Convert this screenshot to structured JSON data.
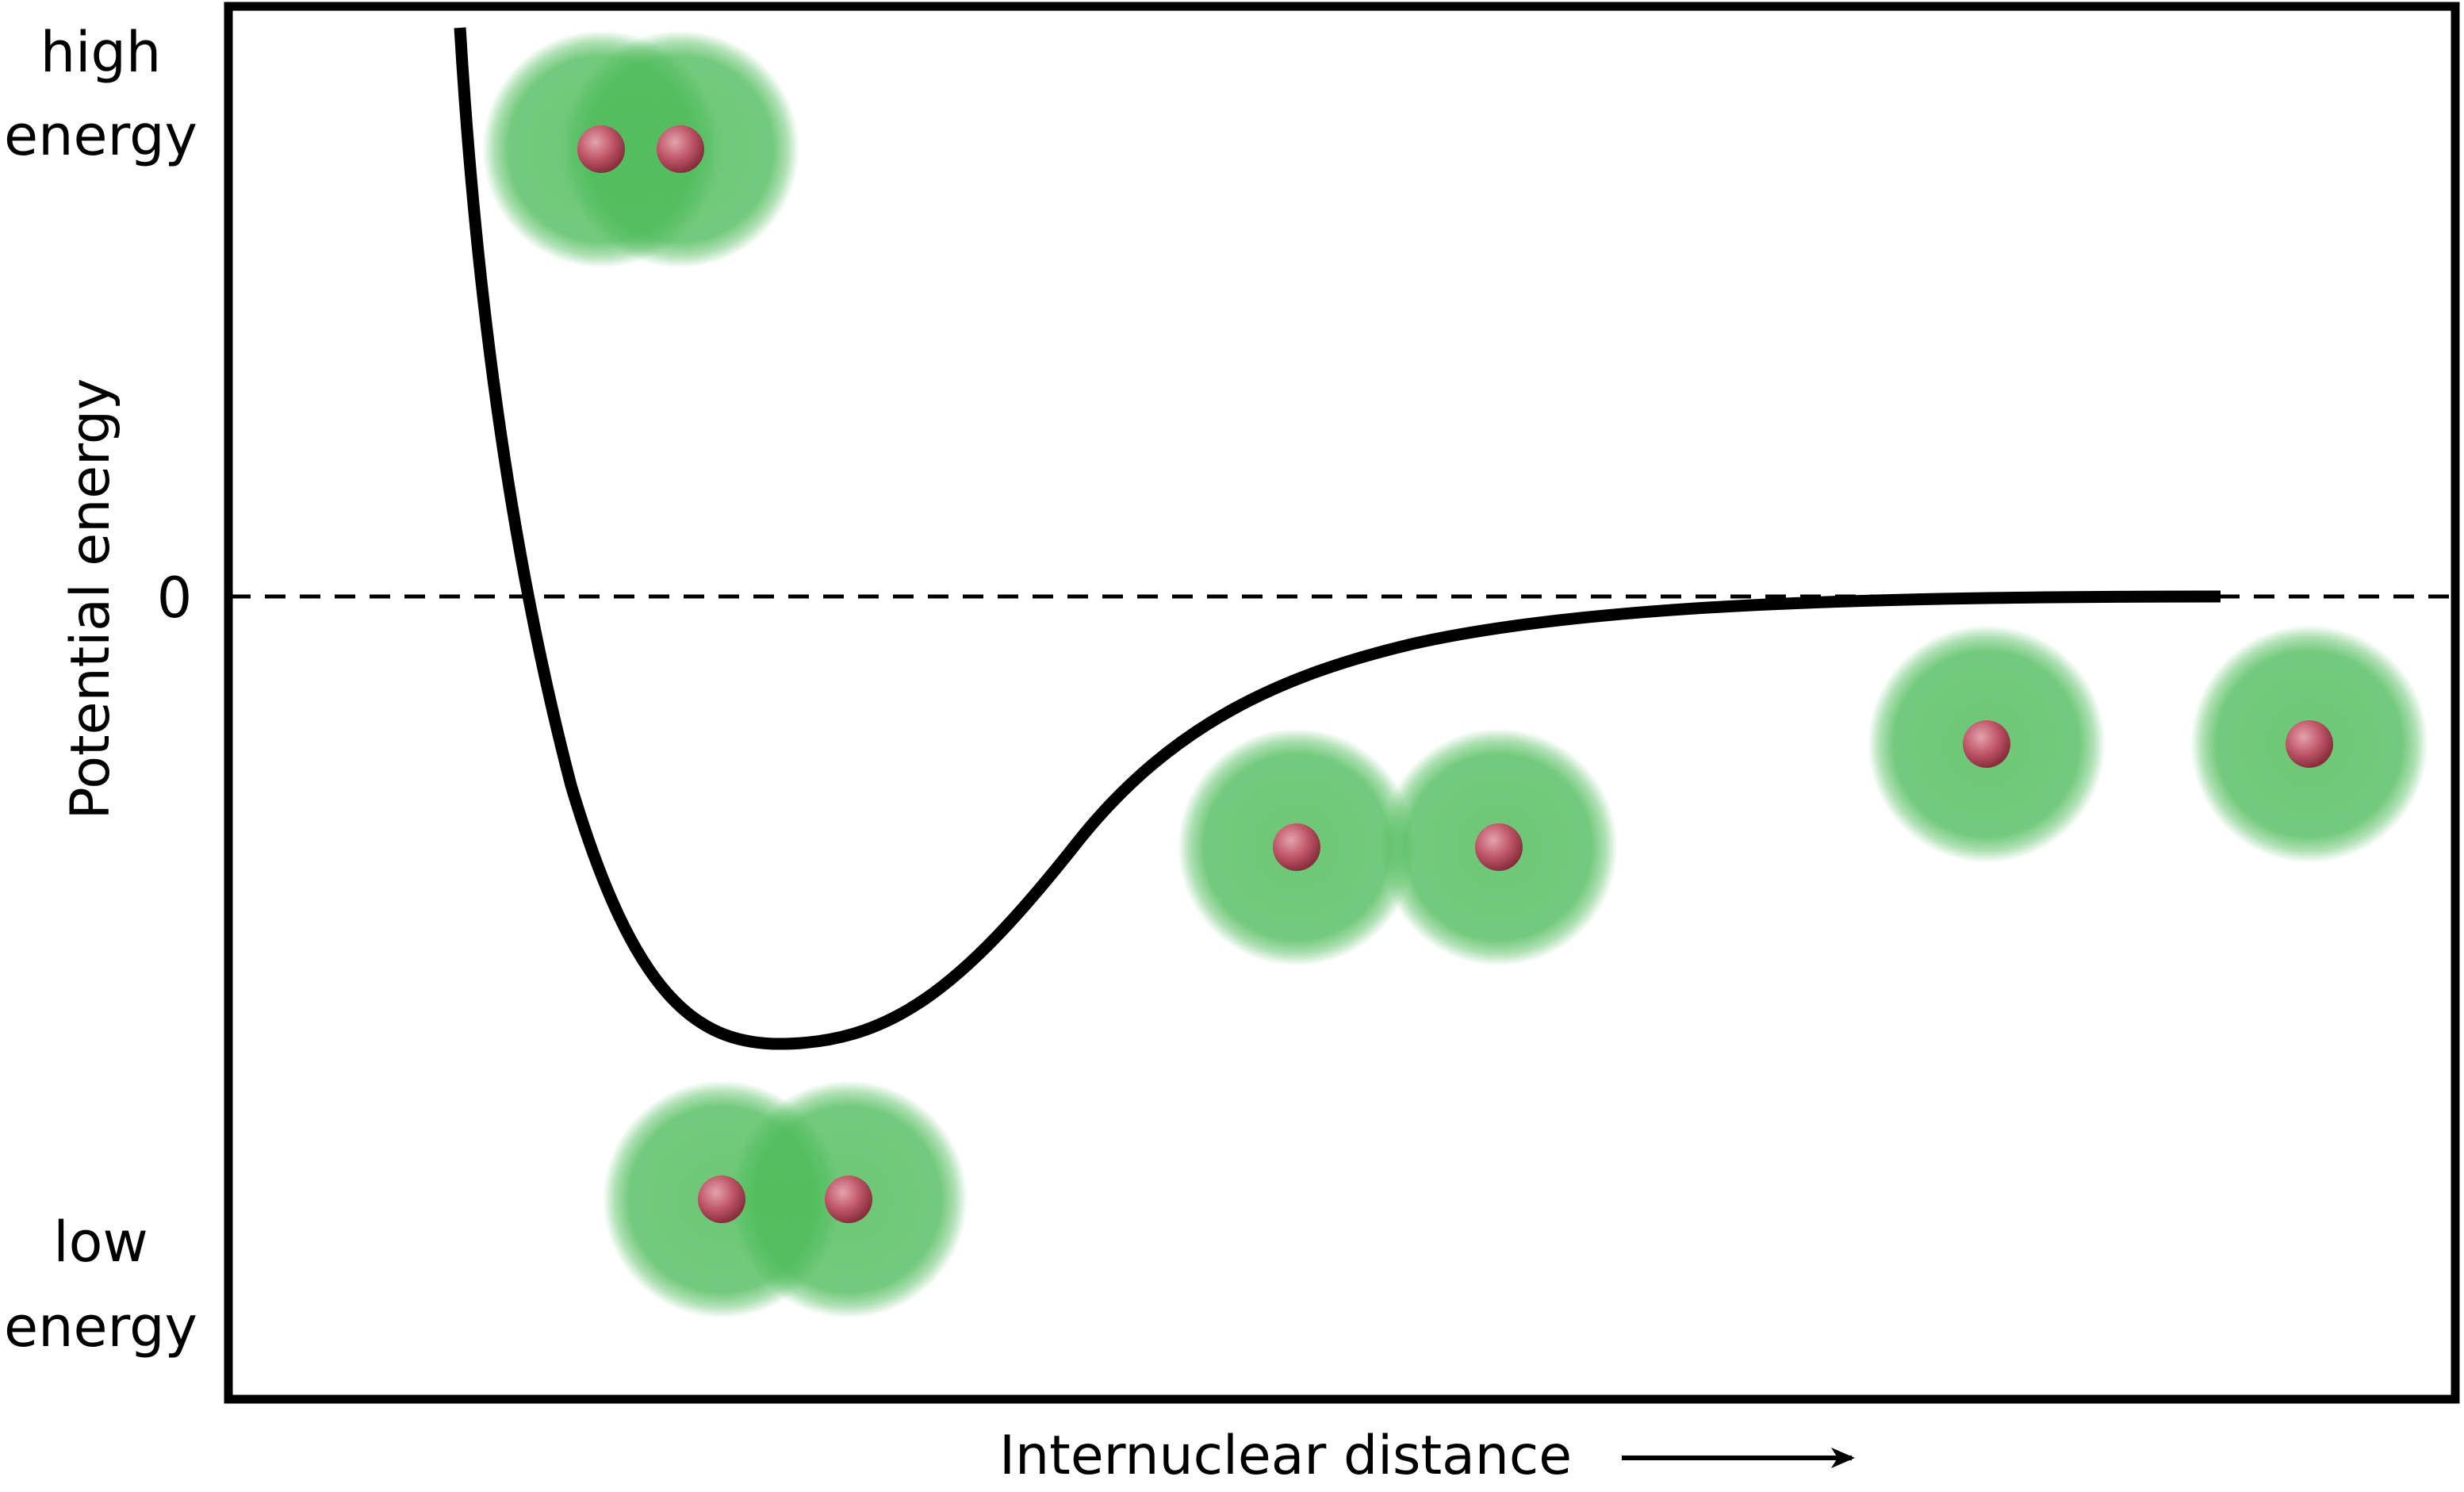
{
  "labels": {
    "high_line1": "high",
    "high_line2": "energy",
    "low_line1": "low",
    "low_line2": "energy",
    "zero": "0",
    "y_axis": "Potential energy",
    "x_axis": "Internuclear distance"
  },
  "colors": {
    "orbital": "#4cbb58",
    "nucleus": "#b8485a",
    "curve": "#000000",
    "frame": "#000000"
  },
  "icons": {
    "x_axis_arrow": "right-arrow-icon"
  }
}
